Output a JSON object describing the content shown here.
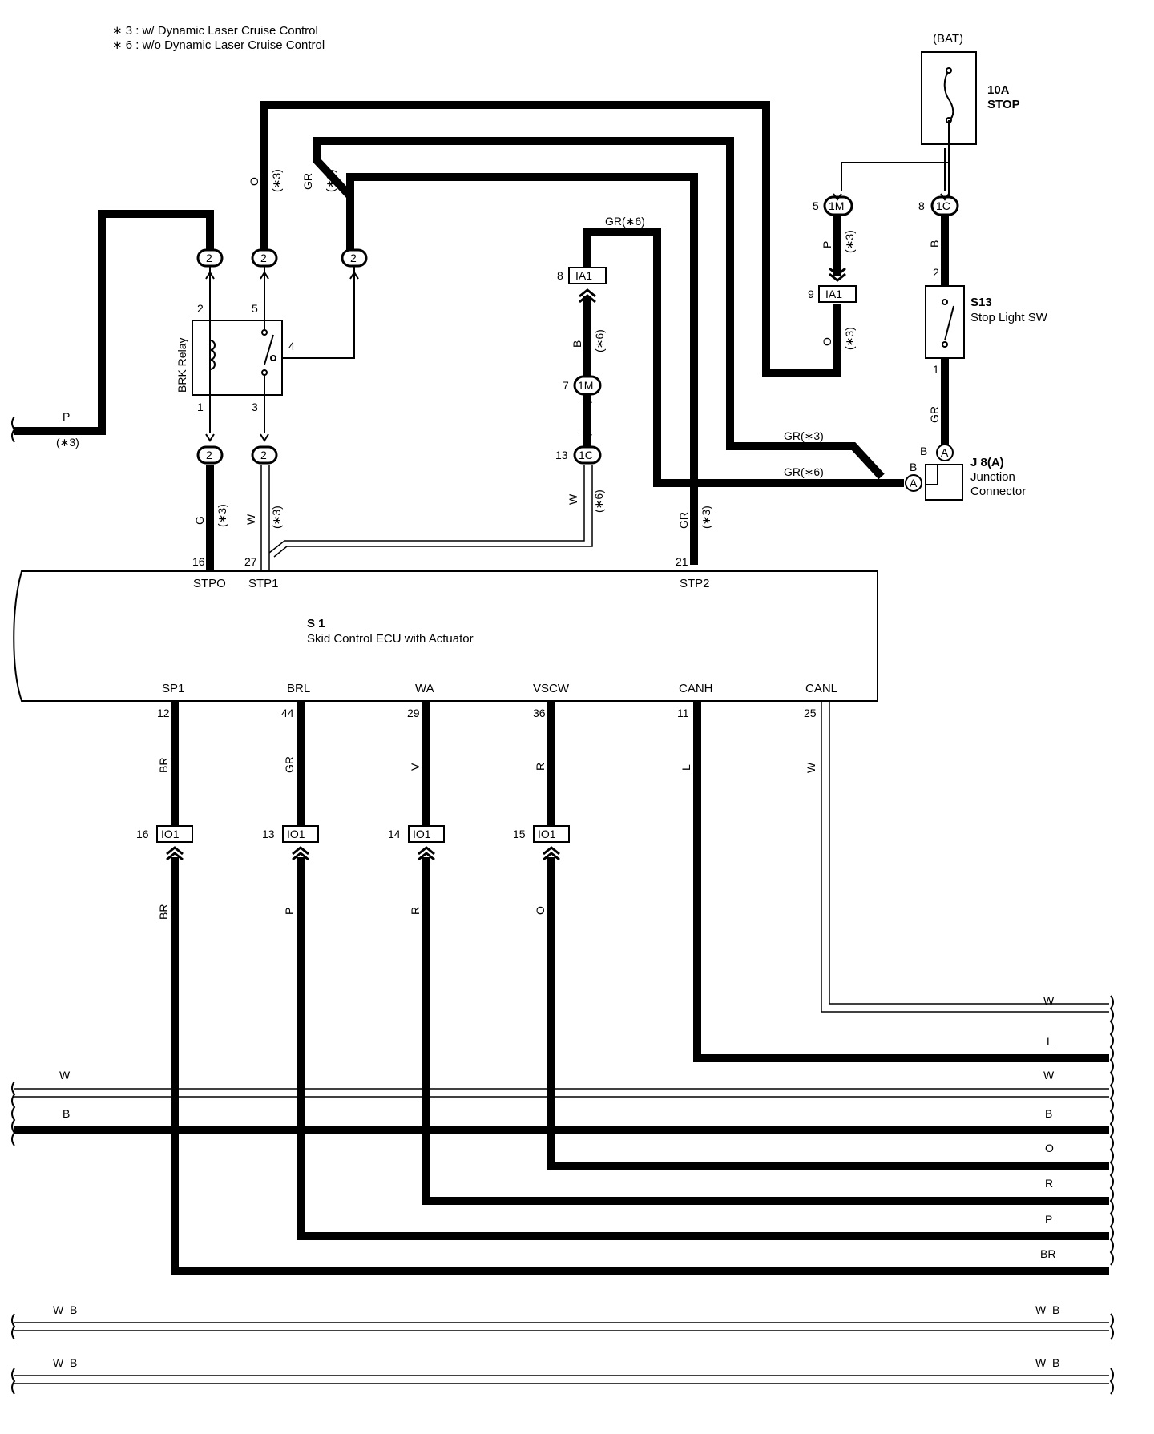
{
  "legend": {
    "note3": "∗ 3 : w/ Dynamic Laser Cruise Control",
    "note6": "∗ 6 : w/o Dynamic Laser Cruise Control"
  },
  "power": {
    "source": "(BAT)",
    "fuse_amp": "10A",
    "fuse_name": "STOP"
  },
  "relay": {
    "name": "BRK Relay",
    "pins": [
      "2",
      "5",
      "4",
      "1",
      "3"
    ]
  },
  "stop_switch": {
    "id": "S13",
    "name": "Stop Light SW",
    "pin_top": "2",
    "pin_bottom": "1"
  },
  "junction": {
    "id": "J 8(A)",
    "name1": "Junction",
    "name2": "Connector",
    "pin_a": "A",
    "pin_b": "B"
  },
  "ecu": {
    "id": "S 1",
    "name": "Skid Control ECU with Actuator",
    "top_terminals": [
      {
        "name": "STPO",
        "pin": "16",
        "wire": "G",
        "note": "(∗3)"
      },
      {
        "name": "STP1",
        "pin": "27",
        "wire": "W",
        "note": "(∗3)"
      },
      {
        "name": "STP2",
        "pin": "21",
        "wire": "GR",
        "note": "(∗3)"
      }
    ],
    "bottom_terminals": [
      {
        "name": "SP1",
        "pin": "12",
        "wire": "BR"
      },
      {
        "name": "BRL",
        "pin": "44",
        "wire": "GR"
      },
      {
        "name": "WA",
        "pin": "29",
        "wire": "V"
      },
      {
        "name": "VSCW",
        "pin": "36",
        "wire": "R"
      },
      {
        "name": "CANH",
        "pin": "11",
        "wire": "L"
      },
      {
        "name": "CANL",
        "pin": "25",
        "wire": "W"
      }
    ]
  },
  "connectors": {
    "c2": "2",
    "c1M": "1M",
    "c1C": "1C",
    "cIA1": "IA1",
    "cIO1": "IO1"
  },
  "pins": {
    "p5": "5",
    "p8": "8",
    "p9": "9",
    "p7": "7",
    "p13": "13",
    "io_16": "16",
    "io_13": "13",
    "io_14": "14",
    "io_15": "15"
  },
  "wires": {
    "O": "O",
    "GR": "GR",
    "P": "P",
    "B": "B",
    "W": "W",
    "G": "G",
    "L": "L",
    "R": "R",
    "BR": "BR",
    "V": "V",
    "WB": "W–B",
    "note3": "(∗3)",
    "note6": "(∗6)",
    "gr_note6": "GR(∗6)",
    "gr_note3": "GR(∗3)"
  },
  "right_edge_labels": [
    "W",
    "L",
    "W",
    "B",
    "O",
    "R",
    "P",
    "BR",
    "W–B",
    "W–B"
  ],
  "left_edge_labels": [
    "W",
    "B",
    "W–B",
    "W–B"
  ]
}
